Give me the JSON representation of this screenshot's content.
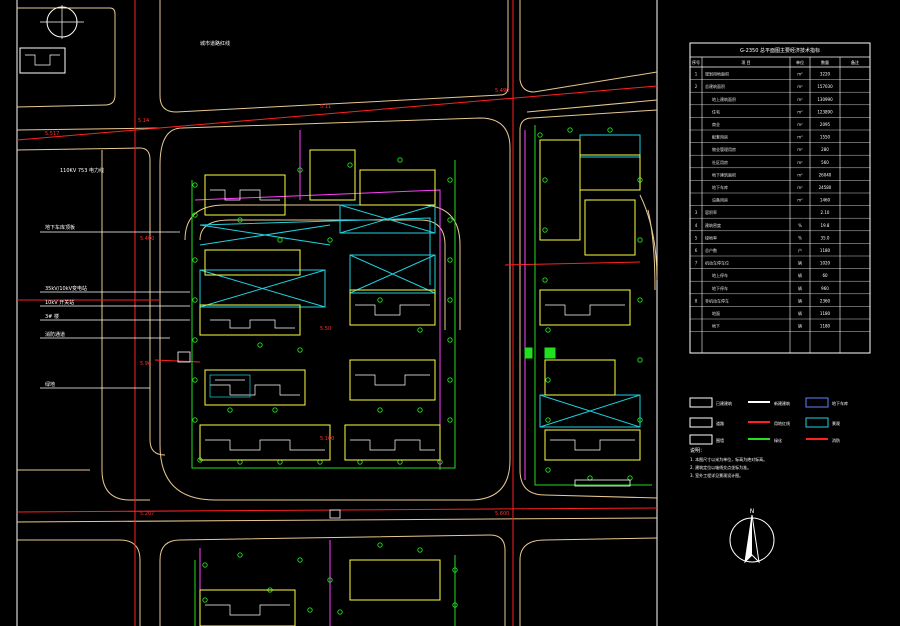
{
  "app": {
    "window": "CAD drawing viewport (dark model space)"
  },
  "colors": {
    "background": "#000000",
    "road_edge": "#e8c890",
    "road_centerline": "#ff2020",
    "building": "#ffff40",
    "greenery": "#20e020",
    "water_pipe": "#20d0e0",
    "gas_pipe": "#ff40ff",
    "white": "#ffffff"
  },
  "labels": {
    "road_top": "5.517",
    "road_top_mid": "5.490",
    "road_bottom_l": "5.207",
    "road_bottom_r": "5.600",
    "elev_1": "5.11",
    "elev_2": "5.14",
    "elev_3": "5.50",
    "elev_4": "5.100",
    "elev_5": "5.400",
    "elev_6": "5.96",
    "cable_note": "110KV 753 电力线",
    "left_note_1": "地下车库顶板",
    "left_note_2": "35kV/10kV变电站",
    "left_note_3": "10kV 开关站",
    "left_note_4": "3# 楼",
    "left_note_5": "消防通道",
    "left_note_6": "绿地",
    "top_label": "城市道路红线"
  },
  "table": {
    "title": "G-2350 总平面图主要经济技术指标",
    "headers": [
      "序号",
      "项 目",
      "单位",
      "数量",
      "备注"
    ],
    "rows": [
      [
        "1",
        "规划用地面积",
        "m²",
        "3220",
        ""
      ],
      [
        "2",
        "总建筑面积",
        "m²",
        "157030",
        ""
      ],
      [
        "",
        "地上建筑面积",
        "m²",
        "130990",
        ""
      ],
      [
        "",
        "住宅",
        "m²",
        "123890",
        ""
      ],
      [
        "",
        "商业",
        "m²",
        "2095",
        ""
      ],
      [
        "",
        "配套用房",
        "m²",
        "1550",
        ""
      ],
      [
        "",
        "物业管理用房",
        "m²",
        "280",
        ""
      ],
      [
        "",
        "社区用房",
        "m²",
        "560",
        ""
      ],
      [
        "",
        "地下建筑面积",
        "m²",
        "26040",
        ""
      ],
      [
        "",
        "地下车库",
        "m²",
        "24580",
        ""
      ],
      [
        "",
        "设备用房",
        "m²",
        "1460",
        ""
      ],
      [
        "3",
        "容积率",
        "",
        "2.10",
        ""
      ],
      [
        "4",
        "建筑密度",
        "%",
        "19.8",
        ""
      ],
      [
        "5",
        "绿地率",
        "%",
        "35.0",
        ""
      ],
      [
        "6",
        "总户数",
        "户",
        "1180",
        ""
      ],
      [
        "7",
        "机动车停车位",
        "辆",
        "1020",
        ""
      ],
      [
        "",
        "地上停车",
        "辆",
        "60",
        ""
      ],
      [
        "",
        "地下停车",
        "辆",
        "960",
        ""
      ],
      [
        "8",
        "非机动车停车",
        "辆",
        "2360",
        ""
      ],
      [
        "",
        "地面",
        "辆",
        "1180",
        ""
      ],
      [
        "",
        "地下",
        "辆",
        "1180",
        ""
      ]
    ]
  },
  "legend": {
    "items": [
      {
        "name": "已建建筑",
        "swatch": "white-box"
      },
      {
        "name": "新建建筑",
        "swatch": "white-line"
      },
      {
        "name": "地下车库",
        "swatch": "blue-box"
      },
      {
        "name": "道路",
        "swatch": "white-box"
      },
      {
        "name": "用地红线",
        "swatch": "red-line"
      },
      {
        "name": "景观",
        "swatch": "cyan-box"
      },
      {
        "name": "围墙",
        "swatch": "white-box"
      },
      {
        "name": "绿化",
        "swatch": "green-line"
      },
      {
        "name": "消防",
        "swatch": "red-line"
      }
    ],
    "notes_title": "说明：",
    "notes": [
      "1. 本图尺寸以米为单位，标高为绝对标高。",
      "2. 建筑定位以轴线交点坐标为准。",
      "3. 室外工程详见景观设计图。"
    ]
  },
  "north_arrow": {
    "label": "N"
  }
}
